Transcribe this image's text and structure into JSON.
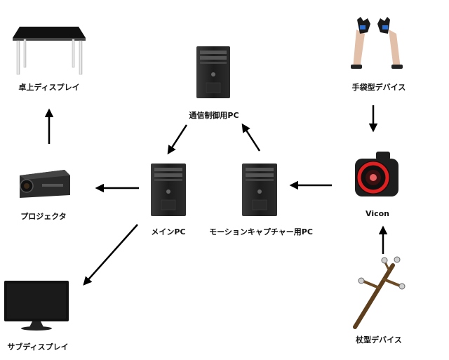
{
  "nodes": {
    "tabletop_display": {
      "label": "卓上ディスプレイ",
      "icon": "table-display-icon"
    },
    "comm_pc": {
      "label": "通信制御用PC",
      "icon": "pc-tower-icon"
    },
    "glove_device": {
      "label": "手袋型デバイス",
      "icon": "glove-device-icon"
    },
    "projector": {
      "label": "プロジェクタ",
      "icon": "projector-icon"
    },
    "main_pc": {
      "label": "メインPC",
      "icon": "pc-tower-icon"
    },
    "mocap_pc": {
      "label": "モーションキャプチャー用PC",
      "icon": "pc-tower-icon"
    },
    "vicon": {
      "label": "Vicon",
      "icon": "vicon-camera-icon"
    },
    "sub_display": {
      "label": "サブディスプレイ",
      "icon": "monitor-icon"
    },
    "staff_device": {
      "label": "杖型デバイス",
      "icon": "staff-device-icon"
    }
  },
  "edges": [
    {
      "from": "projector",
      "to": "tabletop_display"
    },
    {
      "from": "glove_device",
      "to": "vicon"
    },
    {
      "from": "staff_device",
      "to": "vicon"
    },
    {
      "from": "vicon",
      "to": "mocap_pc"
    },
    {
      "from": "mocap_pc",
      "to": "comm_pc"
    },
    {
      "from": "comm_pc",
      "to": "main_pc"
    },
    {
      "from": "main_pc",
      "to": "projector"
    },
    {
      "from": "main_pc",
      "to": "sub_display"
    }
  ],
  "colors": {
    "arrow": "#000000",
    "device_dark": "#1e1e1e",
    "vicon_ring": "#e02020"
  }
}
